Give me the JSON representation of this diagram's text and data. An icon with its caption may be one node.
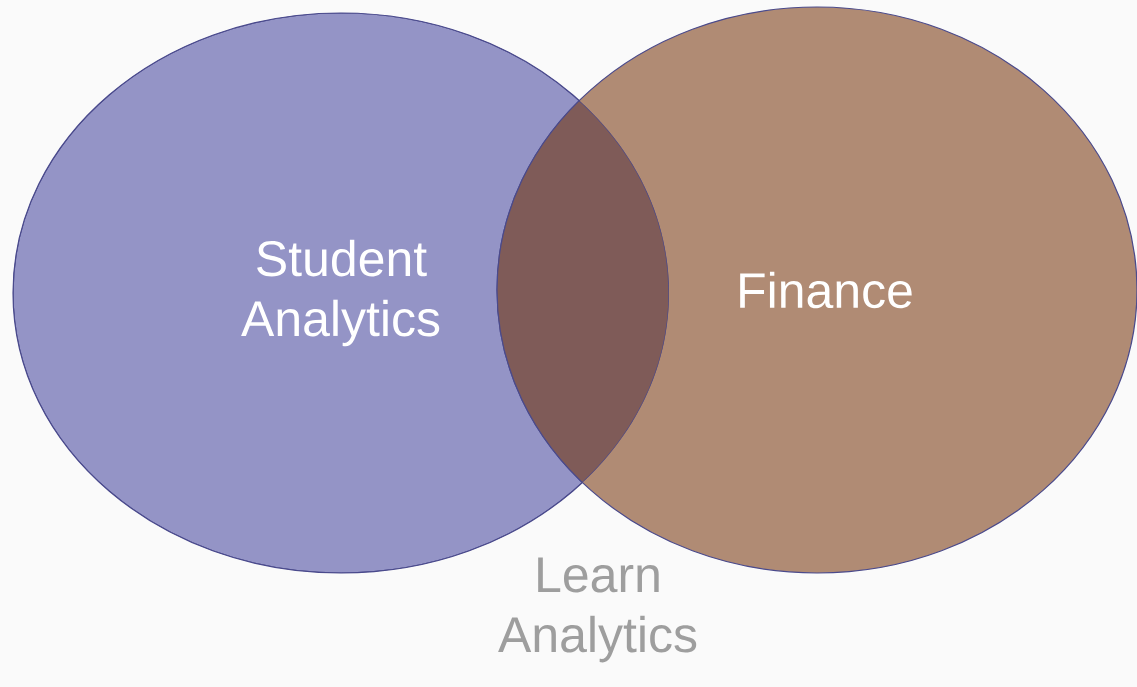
{
  "diagram": {
    "nodes": [
      {
        "text": [
          "Student Analytics"
        ]
      },
      {
        "text": [
          "Finance"
        ]
      },
      {
        "text": [
          "Learn Analytics"
        ]
      }
    ]
  }
}
